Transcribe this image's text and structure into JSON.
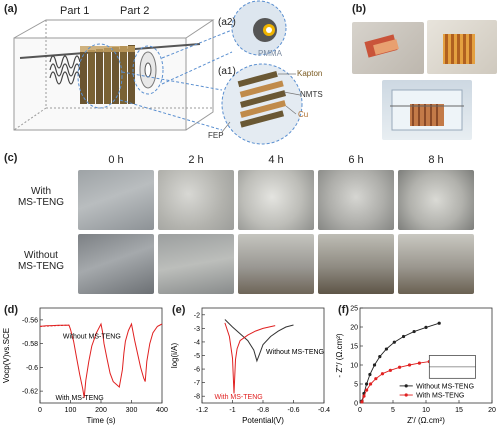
{
  "panel_a": {
    "label": "(a)",
    "part1": "Part 1",
    "part2": "Part 2",
    "a2": "(a2)",
    "a1": "(a1)",
    "pmma": "PMMA",
    "kapton": "Kapton",
    "nmts": "NMTS",
    "cu": "Cu",
    "fep": "FEP"
  },
  "panel_b": {
    "label": "(b)"
  },
  "panel_c": {
    "label": "(c)",
    "times": [
      "0 h",
      "2 h",
      "4 h",
      "6 h",
      "8 h"
    ],
    "row_with": [
      "With",
      "MS-TENG"
    ],
    "row_without": [
      "Without",
      "MS-TENG"
    ]
  },
  "chart_data": [
    {
      "panel": "(d)",
      "type": "line",
      "xlabel": "Time (s)",
      "ylabel": "Vocp(V)vs.SCE",
      "xlim": [
        0,
        400
      ],
      "ylim": [
        -0.63,
        -0.55
      ],
      "xticks": [
        0,
        100,
        200,
        300,
        400
      ],
      "yticks": [
        -0.56,
        -0.58,
        -0.6,
        -0.62
      ],
      "annotations": [
        "Without MS-TENG",
        "With MS-TENG"
      ],
      "series": [
        {
          "color": "#e02020",
          "x": [
            0,
            20,
            40,
            60,
            80,
            95,
            100,
            110,
            120,
            130,
            140,
            145,
            150,
            160,
            170,
            185,
            200,
            205,
            210,
            220,
            230,
            240,
            260,
            270,
            275,
            280,
            290,
            300,
            310,
            330,
            340,
            345,
            350,
            360,
            370,
            385,
            400
          ],
          "y": [
            -0.5655,
            -0.565,
            -0.5648,
            -0.5646,
            -0.5645,
            -0.5644,
            -0.568,
            -0.578,
            -0.592,
            -0.606,
            -0.618,
            -0.6255,
            -0.611,
            -0.595,
            -0.582,
            -0.571,
            -0.5635,
            -0.57,
            -0.58,
            -0.593,
            -0.605,
            -0.612,
            -0.6165,
            -0.602,
            -0.588,
            -0.578,
            -0.569,
            -0.5635,
            -0.577,
            -0.6,
            -0.609,
            -0.612,
            -0.595,
            -0.58,
            -0.571,
            -0.5655,
            -0.5635
          ]
        }
      ]
    },
    {
      "panel": "(e)",
      "type": "line",
      "xlabel": "Potential(V)",
      "ylabel": "log(i/A)",
      "xlim": [
        -1.2,
        -0.4
      ],
      "ylim": [
        -8.5,
        -1.5
      ],
      "xticks": [
        -1.2,
        -1.0,
        -0.8,
        -0.6,
        -0.4
      ],
      "yticks": [
        -2,
        -3,
        -4,
        -5,
        -6,
        -7,
        -8
      ],
      "annotations": [
        "Without MS-TENG",
        "With MS-TENG"
      ],
      "series": [
        {
          "name": "Without MS-TENG",
          "color": "#333333",
          "x": [
            -1.05,
            -1.0,
            -0.95,
            -0.9,
            -0.86,
            -0.84,
            -0.82,
            -0.8,
            -0.75,
            -0.7,
            -0.65,
            -0.6
          ],
          "y": [
            -2.35,
            -2.9,
            -3.4,
            -3.9,
            -4.6,
            -5.4,
            -4.8,
            -4.2,
            -3.6,
            -3.2,
            -2.9,
            -2.75
          ]
        },
        {
          "name": "With MS-TENG",
          "color": "#e02020",
          "x": [
            -1.05,
            -1.02,
            -1.0,
            -0.99,
            -0.98,
            -0.97,
            -0.95,
            -0.9,
            -0.85,
            -0.8,
            -0.72
          ],
          "y": [
            -2.6,
            -3.6,
            -5.2,
            -7.8,
            -5.3,
            -4.5,
            -3.9,
            -3.5,
            -3.2,
            -3.0,
            -2.8
          ]
        }
      ]
    },
    {
      "panel": "(f)",
      "type": "scatter",
      "xlabel": "Z'/ (Ω.cm²)",
      "ylabel": "- Z''/ (Ω.cm²)",
      "xlim": [
        0,
        20
      ],
      "ylim": [
        0,
        25
      ],
      "xticks": [
        0,
        5,
        10,
        15,
        20
      ],
      "yticks": [
        0,
        5,
        10,
        15,
        20,
        25
      ],
      "legend": "center-right",
      "series": [
        {
          "name": "Without MS-TENG",
          "color": "#222222",
          "x": [
            0.3,
            0.6,
            1.0,
            1.5,
            2.2,
            3.0,
            4.0,
            5.2,
            6.6,
            8.2,
            10.0,
            12.0
          ],
          "y": [
            0.5,
            2.5,
            5.0,
            7.5,
            10.0,
            12.2,
            14.2,
            16.0,
            17.5,
            18.8,
            19.9,
            21.0
          ]
        },
        {
          "name": "With MS-TENG",
          "color": "#e02020",
          "x": [
            0.3,
            0.6,
            1.0,
            1.6,
            2.4,
            3.4,
            4.6,
            6.0,
            7.5,
            9.0,
            10.5
          ],
          "y": [
            0.3,
            1.8,
            3.4,
            5.0,
            6.4,
            7.7,
            8.6,
            9.4,
            10.0,
            10.5,
            10.9
          ]
        }
      ]
    }
  ]
}
